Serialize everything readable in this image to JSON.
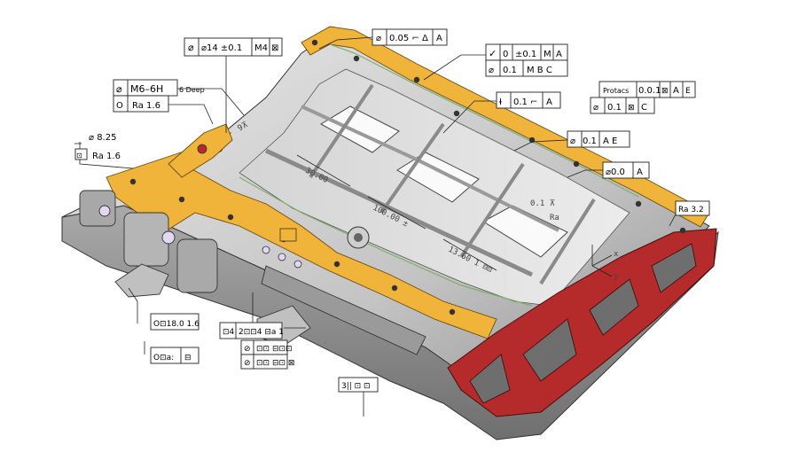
{
  "colors": {
    "flange_yellow": "#f0b43a",
    "flange_red": "#b52a2a",
    "metal_light": "#dcdcdc",
    "metal_mid": "#b9b9b9",
    "metal_dark": "#7d7d7d",
    "line": "#222222",
    "edge_green": "#7fae6a"
  },
  "icons": [
    "diameter-symbol",
    "check-symbol",
    "circle-symbol",
    "square-symbol",
    "position-symbol"
  ],
  "callouts": {
    "top_left_frame": [
      "⌀",
      "⌀14 ±0.1",
      "M4",
      "⊠"
    ],
    "top_mid_frame": [
      "⌀",
      "0.05 ⌐ Δ",
      "A"
    ],
    "right_frame_1": [
      "✓",
      "0",
      "±0.1",
      "M",
      "A"
    ],
    "right_frame_2": [
      "⌀",
      "0.1",
      "M B C"
    ],
    "mid_frame": [
      "Ɨ",
      "0.1 ⌐",
      "A"
    ],
    "far_right_1": [
      "Protacs",
      "0.0.1",
      "⊠",
      "A",
      "E"
    ],
    "far_right_2": [
      "⌀",
      "0.1",
      "⊠",
      "C"
    ],
    "right_mid_frame": [
      "⌀",
      "0.1",
      "A E"
    ],
    "right_lower_frame": [
      "⌀0.0",
      "A"
    ],
    "left_1": [
      "⌀",
      "M6–6H",
      "6 Deep"
    ],
    "left_2": [
      "O",
      "Ra 1.6"
    ],
    "left_3": "⌀ 8.25",
    "left_4": [
      "⊡",
      "Ra 1.6"
    ],
    "bottom_left_1": "O⊡18.0 1.6",
    "bottom_left_2": [
      "O⊡a:",
      "⊟"
    ],
    "bottom_mid_1": [
      "⊡4",
      "2⊡⊡4 ⊟a 1"
    ],
    "bottom_mid_2": [
      "⊘",
      "⊡⊡ ⊟⊡⊡"
    ],
    "bottom_mid_3": [
      "⊘",
      "⊡⊡ ⊟⊡ ⊠"
    ],
    "bottom_frame": "3|| ⊡ ⊡",
    "ra_right": "Ra 3.2"
  },
  "part_labels": {
    "dim_30": "30.00",
    "dim_100": "100.00 ±",
    "dim_1360": "13.60 1 ⊟⊡",
    "dim_01": "0.1 ⊼",
    "ra": "Ra",
    "x_axis": "x",
    "y_axis": "y",
    "angle_mark": "9⊼"
  }
}
